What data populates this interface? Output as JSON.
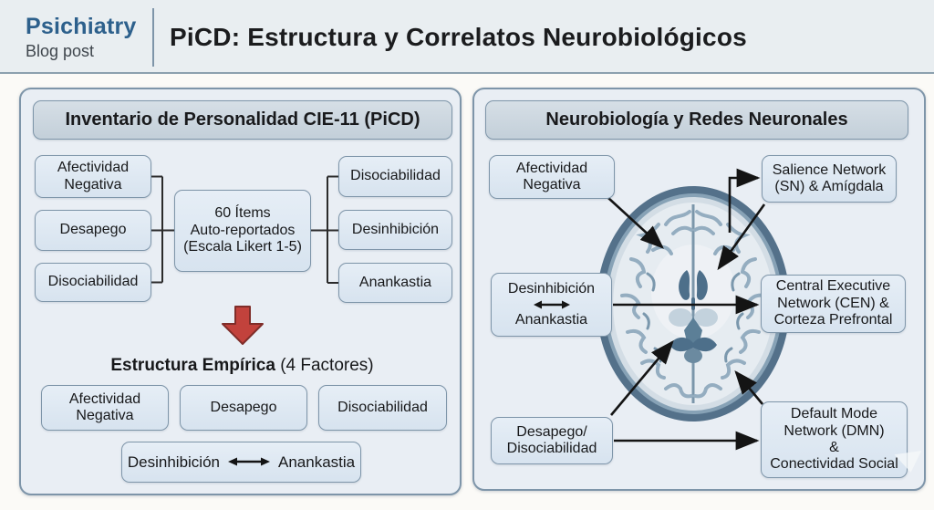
{
  "header": {
    "brand": "Psichiatry",
    "brand_sub": "Blog post",
    "title": "PiCD: Estructura y Correlatos Neurobiológicos"
  },
  "left_panel": {
    "title": "Inventario de Personalidad CIE-11 (PiCD)",
    "traits_left": [
      "Afectividad\nNegativa",
      "Desapego",
      "Disociabilidad"
    ],
    "center_box": "60 Ítems\nAuto-reportados\n(Escala Likert 1-5)",
    "traits_right": [
      "Disociabilidad",
      "Desinhibición",
      "Anankastia"
    ],
    "result_heading_bold": "Estructura Empírica",
    "result_heading_normal": " (4 Factores)",
    "factors": [
      "Afectividad\nNegativa",
      "Desapego",
      "Disociabilidad"
    ],
    "bipolar": {
      "left": "Desinhibición",
      "right": "Anankastia"
    }
  },
  "right_panel": {
    "title": "Neurobiología y Redes Neuronales",
    "trait_afectividad": "Afectividad\nNegativa",
    "trait_desinhibicion": "Desinhibición",
    "trait_anankastia": "Anankastia",
    "trait_desapego": "Desapego/\nDisociabilidad",
    "network_salience": "Salience Network\n(SN) & Amígdala",
    "network_cen": "Central Executive\nNetwork (CEN) &\nCorteza Prefrontal",
    "network_dmn": "Default Mode\nNetwork (DMN)\n&\nConectividad Social"
  },
  "colors": {
    "brand_blue": "#2d608c",
    "panel_border": "#7e95a9",
    "box_fill": "#dce6f0",
    "header_box_fill": "#c9d4dd",
    "red_arrow": "#c2423c",
    "connector_black": "#1c1c1c"
  }
}
